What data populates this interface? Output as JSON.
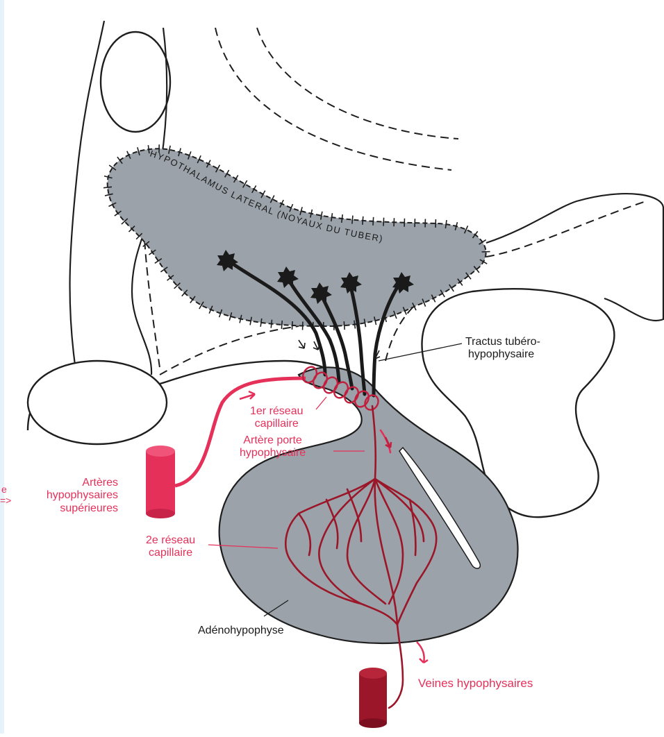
{
  "colors": {
    "tissue": "#9ba2a9",
    "outline": "#1e1e1e",
    "red": "#e5305a",
    "dark_red": "#9a1628",
    "left_strip": "#e6f3fb",
    "text_red": "#e5305a",
    "text_black": "#1a1a1a"
  },
  "region_label": "HYPOTHALAMUS LATERAL (NOYAUX DU TUBER)",
  "labels": {
    "tractus": [
      "Tractus tubéro-",
      "hypophysaire"
    ],
    "reseau1": [
      "1er réseau",
      "capillaire"
    ],
    "artere_porte": [
      "Artère porte",
      "hypophysaire"
    ],
    "arteres": [
      "Artères",
      "hypophysaires",
      "supérieures"
    ],
    "reseau2": [
      "2e réseau",
      "capillaire"
    ],
    "adeno": "Adénohypophyse",
    "veines": "Veines hypophysaires",
    "edge_fragment": [
      "e",
      "=>"
    ]
  }
}
